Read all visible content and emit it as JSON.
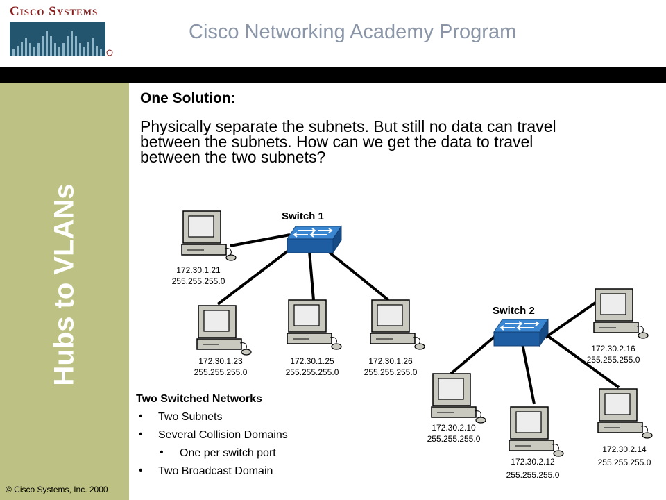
{
  "header": {
    "logo_text": "Cisco Systems",
    "program_title": "Cisco Networking Academy Program"
  },
  "sidebar": {
    "title": "Hubs to VLANs",
    "copyright": "© Cisco Systems, Inc. 2000"
  },
  "content": {
    "heading": "One Solution:",
    "paragraph_lines": [
      "Physically separate the subnets.  But still no data can travel",
      "between the subnets. How can we get the data to travel",
      "between the two subnets?"
    ]
  },
  "diagram": {
    "switches": [
      {
        "label": "Switch 1"
      },
      {
        "label": "Switch 2"
      }
    ],
    "hosts": [
      {
        "ip": "172.30.1.21",
        "mask": "255.255.255.0"
      },
      {
        "ip": "172.30.1.23",
        "mask": "255.255.255.0"
      },
      {
        "ip": "172.30.1.25",
        "mask": "255.255.255.0"
      },
      {
        "ip": "172.30.1.26",
        "mask": "255.255.255.0"
      },
      {
        "ip": "172.30.2.16",
        "mask": "255.255.255.0"
      },
      {
        "ip": "172.30.2.10",
        "mask": "255.255.255.0"
      },
      {
        "ip": "172.30.2.12",
        "mask": "255.255.255.0"
      },
      {
        "ip": "172.30.2.14",
        "mask": "255.255.255.0"
      }
    ]
  },
  "list": {
    "title": "Two Switched Networks",
    "items": [
      {
        "text": "Two Subnets",
        "level": 1
      },
      {
        "text": "Several Collision Domains",
        "level": 1
      },
      {
        "text": "One per switch port",
        "level": 2
      },
      {
        "text": "Two Broadcast Domain",
        "level": 1
      }
    ]
  }
}
